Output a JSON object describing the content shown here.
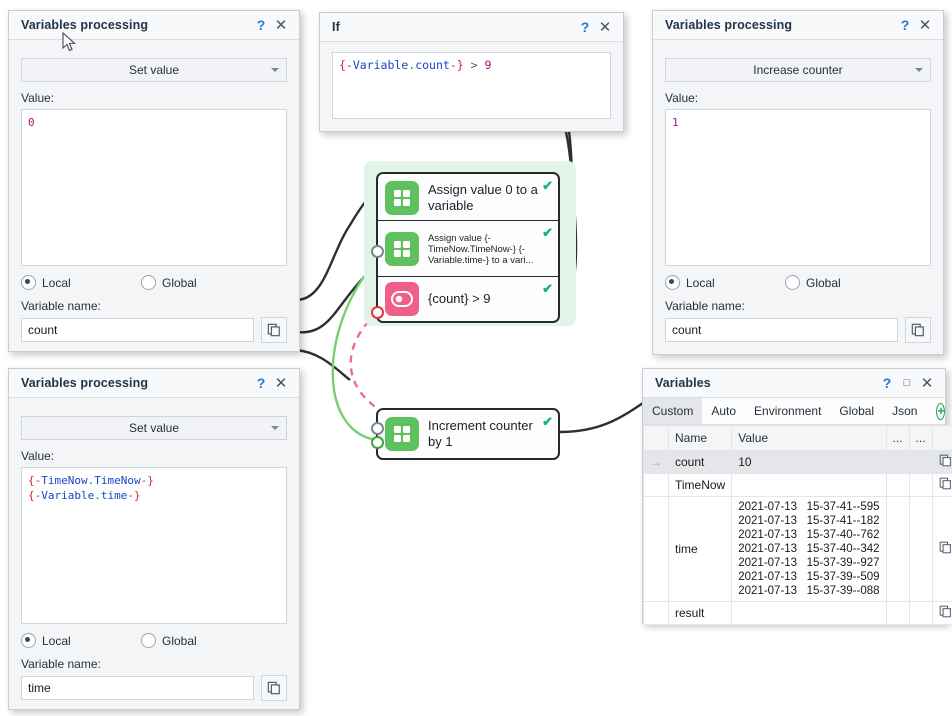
{
  "dialogs": {
    "set_value_count": {
      "title": "Variables processing",
      "action": "Set value",
      "value_label": "Value:",
      "value_text": "0",
      "scope_local": "Local",
      "scope_global": "Global",
      "varname_label": "Variable name:",
      "varname": "count",
      "help_icon": "?",
      "close_icon": "✕"
    },
    "if_dialog": {
      "title": "If",
      "expr_parts": {
        "open": "{-",
        "ns": "Variable",
        "dot": ".",
        "member": "count",
        "close": "-}",
        "op": ">",
        "num": "9"
      },
      "help_icon": "?",
      "close_icon": "✕"
    },
    "increase_counter": {
      "title": "Variables processing",
      "action": "Increase counter",
      "value_label": "Value:",
      "value_text": "1",
      "scope_local": "Local",
      "scope_global": "Global",
      "varname_label": "Variable name:",
      "varname": "count",
      "help_icon": "?",
      "close_icon": "✕"
    },
    "set_value_time": {
      "title": "Variables processing",
      "action": "Set value",
      "value_label": "Value:",
      "line1": {
        "open": "{-",
        "ns": "TimeNow",
        "dot": ".",
        "member": "TimeNow",
        "close": "-}"
      },
      "line2": {
        "open": "{-",
        "ns": "Variable",
        "dot": ".",
        "member": "time",
        "close": "-}"
      },
      "scope_local": "Local",
      "scope_global": "Global",
      "varname_label": "Variable name:",
      "varname": "time",
      "help_icon": "?",
      "close_icon": "✕"
    }
  },
  "variables_panel": {
    "title": "Variables",
    "help_icon": "?",
    "maximize_icon": "□",
    "close_icon": "✕",
    "tabs": [
      {
        "label": "Custom",
        "active": true
      },
      {
        "label": "Auto",
        "active": false
      },
      {
        "label": "Environment",
        "active": false
      },
      {
        "label": "Global",
        "active": false
      },
      {
        "label": "Json",
        "active": false
      }
    ],
    "add_icon": "+",
    "dropdown_icon": "▾",
    "columns": [
      "",
      "Name",
      "Value",
      "...",
      "...",
      ""
    ],
    "rows": [
      {
        "marker": "→",
        "name": "count",
        "value": "10",
        "selected": true
      },
      {
        "marker": "",
        "name": "TimeNow",
        "value": "",
        "selected": false
      },
      {
        "marker": "",
        "name": "time",
        "value": "2021-07-13   15-37-41--595\n2021-07-13   15-37-41--182\n2021-07-13   15-37-40--762\n2021-07-13   15-37-40--342\n2021-07-13   15-37-39--927\n2021-07-13   15-37-39--509\n2021-07-13   15-37-39--088",
        "selected": false
      },
      {
        "marker": "",
        "name": "result",
        "value": "",
        "selected": false
      }
    ]
  },
  "flow": {
    "nodes": [
      {
        "id": "assign0",
        "label": "Assign value 0 to a variable",
        "icon": "grid-icon",
        "icon_color": "#5ec15e",
        "status": "✔",
        "small": false
      },
      {
        "id": "assigntime",
        "label": "Assign value {-TimeNow.TimeNow-} {-Variable.time-} to a vari...",
        "icon": "grid-icon",
        "icon_color": "#5ec15e",
        "status": "✔",
        "small": true
      },
      {
        "id": "condition",
        "label": "{count} > 9",
        "icon": "toggle-icon",
        "icon_color": "#ef5f8a",
        "status": "✔",
        "small": false
      },
      {
        "id": "increment",
        "label": "Increment counter by 1",
        "icon": "grid-icon",
        "icon_color": "#5ec15e",
        "status": "✔",
        "small": false
      }
    ]
  },
  "colors": {
    "accent_green": "#5ec15e",
    "accent_pink": "#ef5f8a",
    "check_green": "#16b57a",
    "group_bg": "#e2f4e8",
    "link_blue": "#1a7ad4",
    "token_bracket": "#d4233a",
    "token_namespace": "#1745c6",
    "token_dot": "#0e8a2e",
    "token_number": "#a3167d"
  }
}
